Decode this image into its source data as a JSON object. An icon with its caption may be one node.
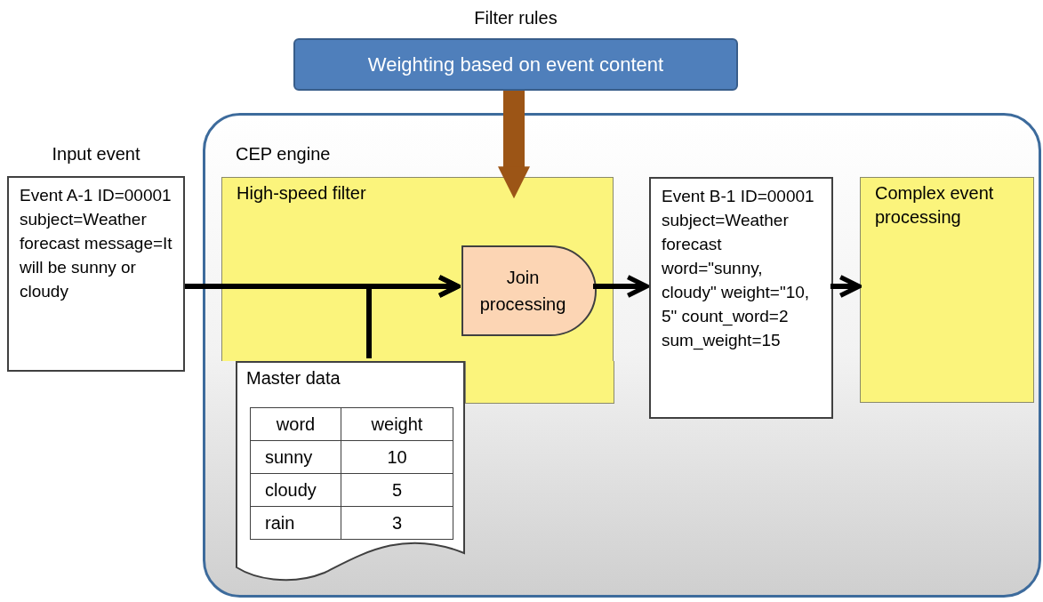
{
  "diagram": {
    "nodes": [
      {
        "text": [
          "Filter rules",
          "Weighting based on event content"
        ]
      },
      {
        "text": [
          "Input event",
          "Event A-1 ID=00001 subject=Weather forecast message=It will be sunny or cloudy"
        ]
      },
      {
        "text": [
          "CEP engine"
        ]
      },
      {
        "text": [
          "High-speed filter"
        ],
        "in": 2
      },
      {
        "text": [
          "Join processing"
        ],
        "in": 3
      },
      {
        "text": [
          "Master data"
        ],
        "in": 2
      },
      {
        "text": [
          "Event B-1 ID=00001 subject=Weather forecast word=\"sunny, cloudy\" weight=\"10, 5\" count_word=2 sum_weight=15"
        ],
        "in": 2
      },
      {
        "text": [
          "Complex event processing"
        ],
        "in": 2
      }
    ],
    "edges": [
      {
        "from": 0,
        "to": 3,
        "arrow": "to",
        "style": "thick",
        "color": "#9c5516"
      },
      {
        "from": 1,
        "to": 4,
        "arrow": "to"
      },
      {
        "from": 5,
        "to": 4,
        "arrow": "to"
      },
      {
        "from": 4,
        "to": 6,
        "arrow": "to"
      },
      {
        "from": 6,
        "to": 7,
        "arrow": "to"
      }
    ],
    "labels": [
      "word",
      "weight",
      "sunny",
      "10",
      "cloudy",
      "5",
      "rain",
      "3"
    ]
  }
}
